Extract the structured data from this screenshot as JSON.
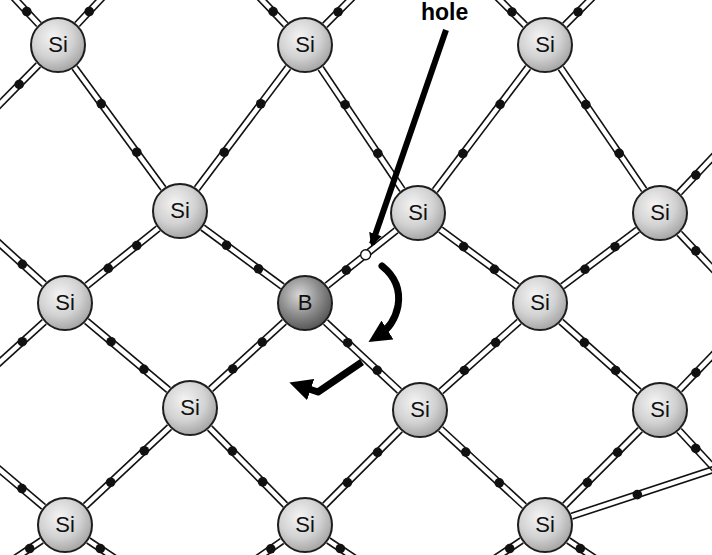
{
  "diagram": {
    "nodes": [
      {
        "text": [
          "Si"
        ]
      },
      {
        "text": [
          "Si"
        ]
      },
      {
        "text": [
          "Si"
        ]
      },
      {
        "text": [
          "Si"
        ]
      },
      {
        "text": [
          "Si"
        ]
      },
      {
        "text": [
          "Si"
        ]
      },
      {
        "text": [
          "Si"
        ]
      },
      {
        "text": [
          "B"
        ]
      },
      {
        "text": [
          "Si"
        ]
      },
      {
        "text": [
          "Si"
        ]
      },
      {
        "text": [
          "Si"
        ]
      },
      {
        "text": [
          "Si"
        ]
      },
      {
        "text": [
          "Si"
        ]
      },
      {
        "text": [
          "Si"
        ]
      },
      {
        "text": [
          "Si"
        ]
      }
    ],
    "edges": [
      {
        "from": 0,
        "to": 3,
        "arrow": "none"
      },
      {
        "from": 1,
        "to": 3,
        "arrow": "none"
      },
      {
        "from": 1,
        "to": 4,
        "arrow": "none"
      },
      {
        "from": 2,
        "to": 4,
        "arrow": "none"
      },
      {
        "from": 2,
        "to": 5,
        "arrow": "none"
      },
      {
        "from": 3,
        "to": 6,
        "arrow": "none"
      },
      {
        "from": 3,
        "to": 7,
        "arrow": "none"
      },
      {
        "from": 7,
        "to": 4,
        "arrow": "none"
      },
      {
        "from": 4,
        "to": 8,
        "arrow": "none"
      },
      {
        "from": 5,
        "to": 8,
        "arrow": "none"
      },
      {
        "from": 6,
        "to": 9,
        "arrow": "none"
      },
      {
        "from": 7,
        "to": 9,
        "arrow": "none"
      },
      {
        "from": 7,
        "to": 10,
        "arrow": "none"
      },
      {
        "from": 8,
        "to": 10,
        "arrow": "none"
      },
      {
        "from": 8,
        "to": 11,
        "arrow": "none"
      },
      {
        "from": 9,
        "to": 12,
        "arrow": "none"
      },
      {
        "from": 9,
        "to": 13,
        "arrow": "none"
      },
      {
        "from": 10,
        "to": 13,
        "arrow": "none"
      },
      {
        "from": 10,
        "to": 14,
        "arrow": "none"
      },
      {
        "from": 11,
        "to": 14,
        "arrow": "none"
      }
    ],
    "labels": [
      "hole"
    ]
  }
}
